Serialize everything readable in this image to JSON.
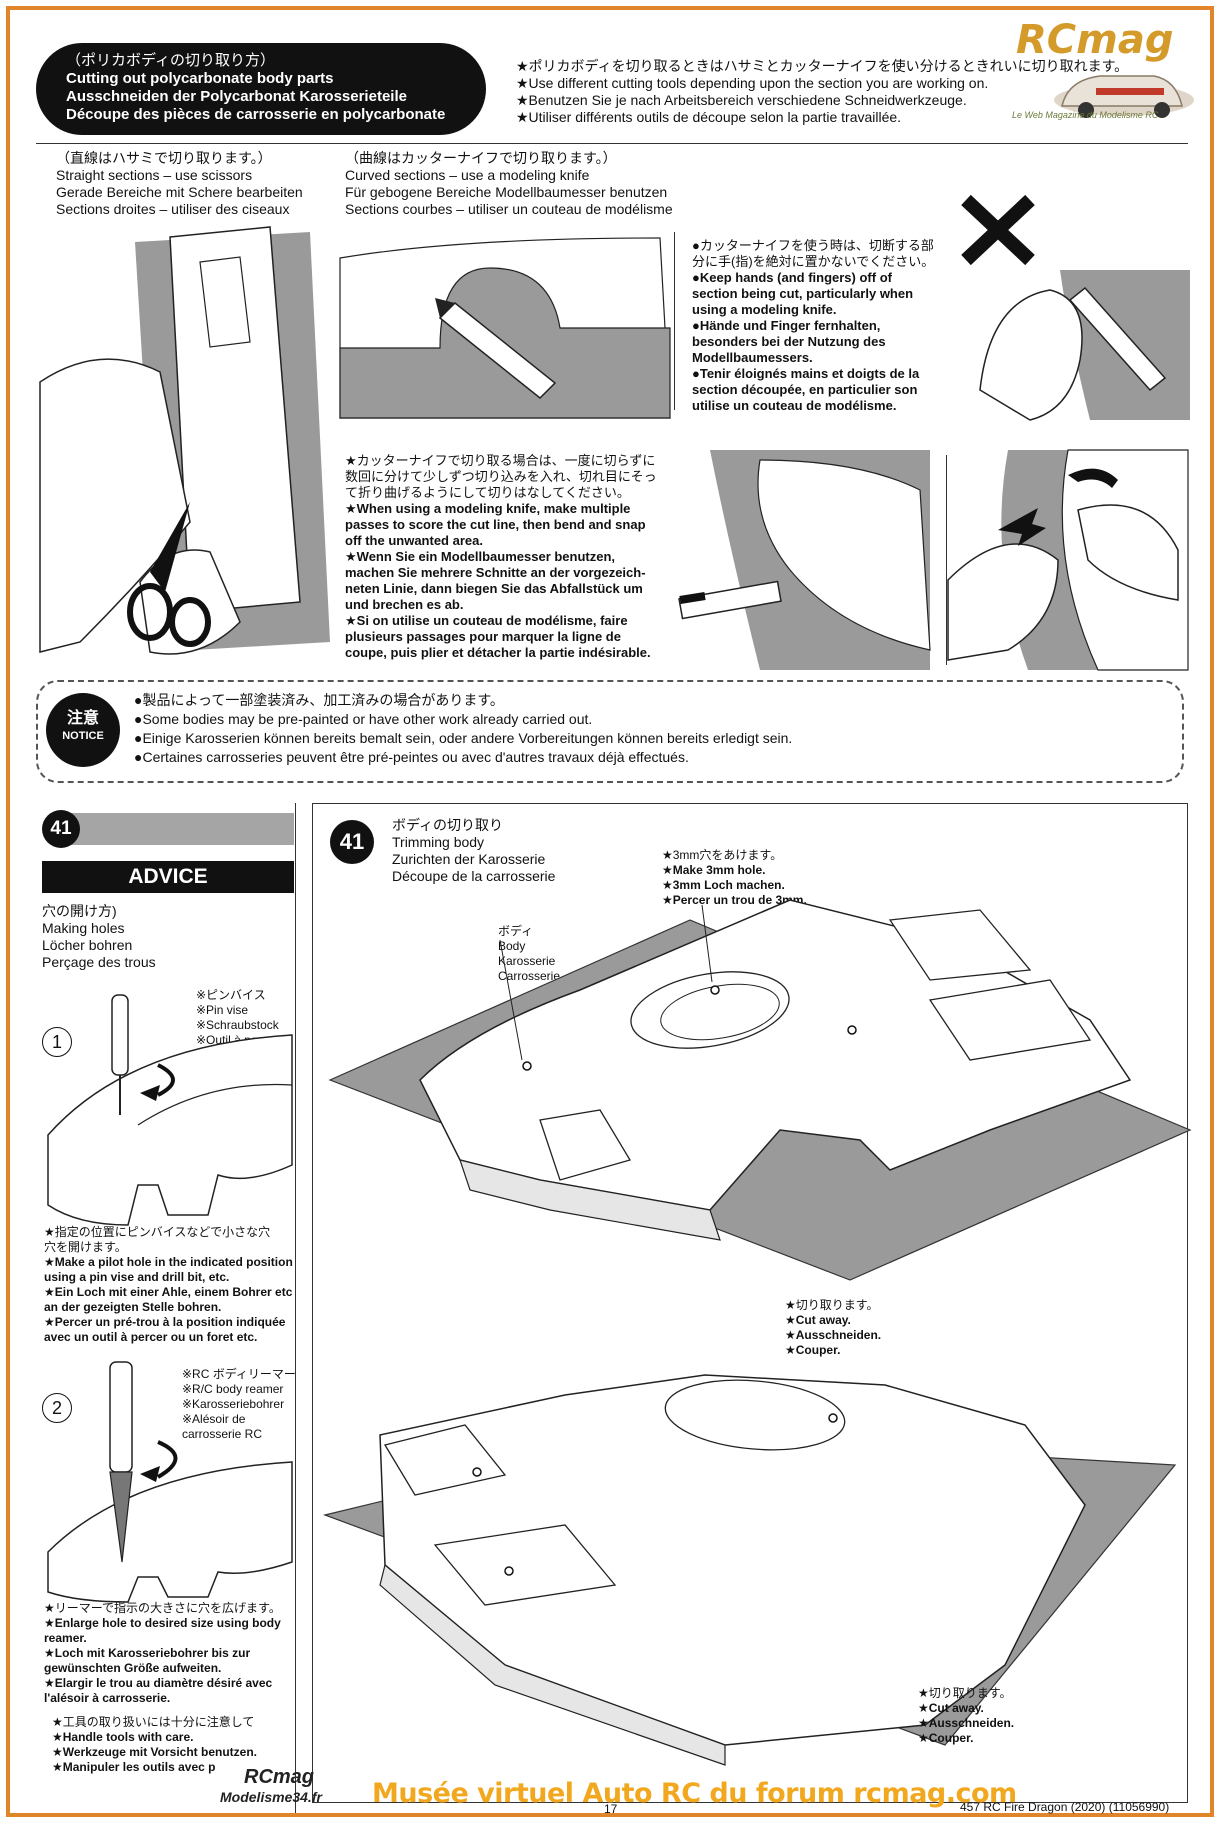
{
  "header": {
    "title_jp": "（ポリカボディの切り取り方）",
    "title_lines": [
      "Cutting out polycarbonate body parts",
      "Ausschneiden der Polycarbonat Karosserieteile",
      "Découpe des pièces de carrosserie en polycarbonate"
    ],
    "intro_lines": [
      "★ポリカボディを切り取るときはハサミとカッターナイフを使い分けるときれいに切り取れます。",
      "★Use different cutting tools depending upon the section you are working on.",
      "★Benutzen Sie je nach Arbeitsbereich verschiedene Schneidwerkzeuge.",
      "★Utiliser différents outils de découpe selon la partie travaillée."
    ]
  },
  "logo": {
    "name": "RCmag",
    "tagline": "Le Web Magazine du Modelisme RC"
  },
  "straight": {
    "lines": [
      "（直線はハサミで切り取ります。）",
      "Straight sections – use scissors",
      "Gerade Bereiche mit Schere bearbeiten",
      "Sections droites – utiliser des ciseaux"
    ]
  },
  "curved": {
    "lines": [
      "（曲線はカッターナイフで切り取ります。）",
      "Curved sections – use a modeling knife",
      "Für gebogene Bereiche Modellbaumesser benutzen",
      "Sections courbes – utiliser un couteau de modélisme"
    ]
  },
  "keep_hands": {
    "lines": [
      "●カッターナイフを使う時は、切断する部",
      "分に手(指)を絶対に置かないでください。",
      "●Keep hands (and fingers) off of",
      "section being cut, particularly when",
      "using a modeling knife.",
      "●Hände und Finger fernhalten,",
      "besonders bei der Nutzung des",
      "Modellbaumessers.",
      "●Tenir éloignés mains et doigts de la",
      "section découpée, en particulier son",
      "utilise un couteau de modélisme."
    ]
  },
  "multiple_passes": {
    "lines": [
      "★カッターナイフで切り取る場合は、一度に切らずに",
      "数回に分けて少しずつ切り込みを入れ、切れ目にそっ",
      "て折り曲げるようにして切りはなしてください。",
      "★When using a modeling knife, make multiple",
      "passes to score the cut line, then bend and snap",
      "off the unwanted area.",
      "★Wenn Sie ein Modellbaumesser benutzen,",
      "machen Sie mehrere Schnitte an der vorgezeich-",
      "neten Linie, dann biegen Sie das Abfallstück um",
      "und brechen es ab.",
      "★Si on utilise un couteau de modélisme, faire",
      "plusieurs passages pour marquer la ligne de",
      "coupe, puis plier et détacher la partie indésirable."
    ]
  },
  "notice": {
    "badge_jp": "注意",
    "badge_en": "NOTICE",
    "lines": [
      "●製品によって一部塗装済み、加工済みの場合があります。",
      "●Some bodies may be pre-painted or have other work already carried out.",
      "●Einige Karosserien können bereits bemalt sein, oder andere Vorbereitungen können bereits erledigt sein.",
      "●Certaines carrosseries peuvent être pré-peintes ou avec d'autres travaux déjà effectués."
    ]
  },
  "advice": {
    "step": "41",
    "title": "ADVICE",
    "holes_lines": [
      "穴の開け方)",
      "Making holes",
      "Löcher bohren",
      "Perçage des trous"
    ],
    "step1_num": "1",
    "pinvise_lines": [
      "※ピンバイス",
      "※Pin vise",
      "※Schraubstock",
      "※Outil à percer"
    ],
    "pilot_lines": [
      "★指定の位置にピンバイスなどで小さな穴",
      "穴を開けます。",
      "★Make a pilot hole in the indicated position",
      "using a pin vise and drill bit, etc.",
      "★Ein Loch mit einer Ahle, einem Bohrer etc",
      "an der gezeigten Stelle bohren.",
      "★Percer un pré-trou à la position indiquée",
      "avec un outil à percer ou un foret etc."
    ],
    "step2_num": "2",
    "reamer_lines": [
      "※RC ボディリーマー",
      "※R/C body reamer",
      "※Karosseriebohrer",
      "※Alésoir de",
      "carrosserie RC"
    ],
    "enlarge_lines": [
      "★リーマーで指示の大きさに穴を広げます。",
      "★Enlarge hole to desired size using body",
      "reamer.",
      "★Loch mit Karosseriebohrer bis zur",
      "gewünschten Größe aufweiten.",
      "★Elargir le trou au diamètre désiré avec",
      "l'alésoir à carrosserie."
    ],
    "care_lines": [
      "★工具の取り扱いには十分に注意して",
      "★Handle tools with care.",
      "★Werkzeuge mit Vorsicht benutzen.",
      "★Manipuler les outils avec p"
    ]
  },
  "trim": {
    "step": "41",
    "title_lines": [
      "ボディの切り取り",
      "Trimming body",
      "Zurichten der Karosserie",
      "Découpe de la carrosserie"
    ],
    "hole_lines": [
      "★3mm穴をあけます。",
      "★Make 3mm hole.",
      "★3mm Loch machen.",
      "★Percer un trou de 3mm."
    ],
    "body_lines": [
      "ボディ",
      "Body",
      "Karosserie",
      "Carrosserie"
    ],
    "cut1_lines": [
      "★切り取ります。",
      "★Cut away.",
      "★Ausschneiden.",
      "★Couper."
    ],
    "cut2_lines": [
      "★切り取ります。",
      "★Cut away.",
      "★Ausschneiden.",
      "★Couper."
    ]
  },
  "footer": {
    "watermark": "Musée virtuel Auto RC du forum rcmag.com",
    "logo1": "RCmag",
    "logo2": "Modelisme34.fr",
    "page": "17",
    "model": "457 RC Fire Dragon (2020) (11056990)"
  }
}
